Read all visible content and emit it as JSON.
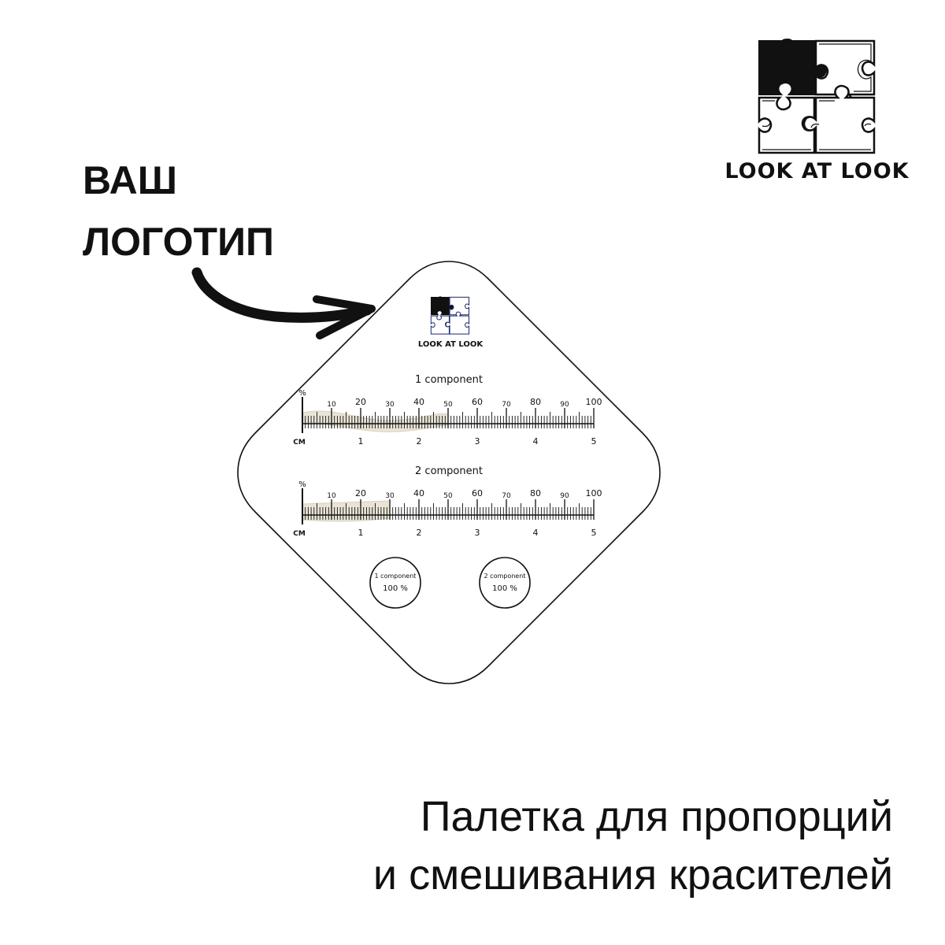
{
  "brand": {
    "name": "LOOK AT LOOK",
    "logo_icon": "puzzle-pieces-icon"
  },
  "placeholder_logo": {
    "line1": "ВАШ",
    "line2": "ЛОГОТИП"
  },
  "palette": {
    "brand_name": "LOOK AT LOOK",
    "rulers": [
      {
        "title": "1 component",
        "percent_symbol": "%",
        "cm_label": "СМ",
        "percent_ticks": [
          "10",
          "20",
          "30",
          "40",
          "50",
          "60",
          "70",
          "80",
          "90",
          "100"
        ],
        "cm_ticks": [
          "1",
          "2",
          "3",
          "4",
          "5"
        ],
        "paste_fill_percent": 50
      },
      {
        "title": "2 component",
        "percent_symbol": "%",
        "cm_label": "СМ",
        "percent_ticks": [
          "10",
          "20",
          "30",
          "40",
          "50",
          "60",
          "70",
          "80",
          "90",
          "100"
        ],
        "cm_ticks": [
          "1",
          "2",
          "3",
          "4",
          "5"
        ],
        "paste_fill_percent": 30
      }
    ],
    "wells": [
      {
        "label": "1 component",
        "value": "100 %"
      },
      {
        "label": "2 component",
        "value": "100 %"
      }
    ]
  },
  "caption": {
    "line1": "Палетка для пропорций",
    "line2": "и смешивания красителей"
  },
  "colors": {
    "ink": "#111111",
    "paste": "#e9e4d6"
  }
}
